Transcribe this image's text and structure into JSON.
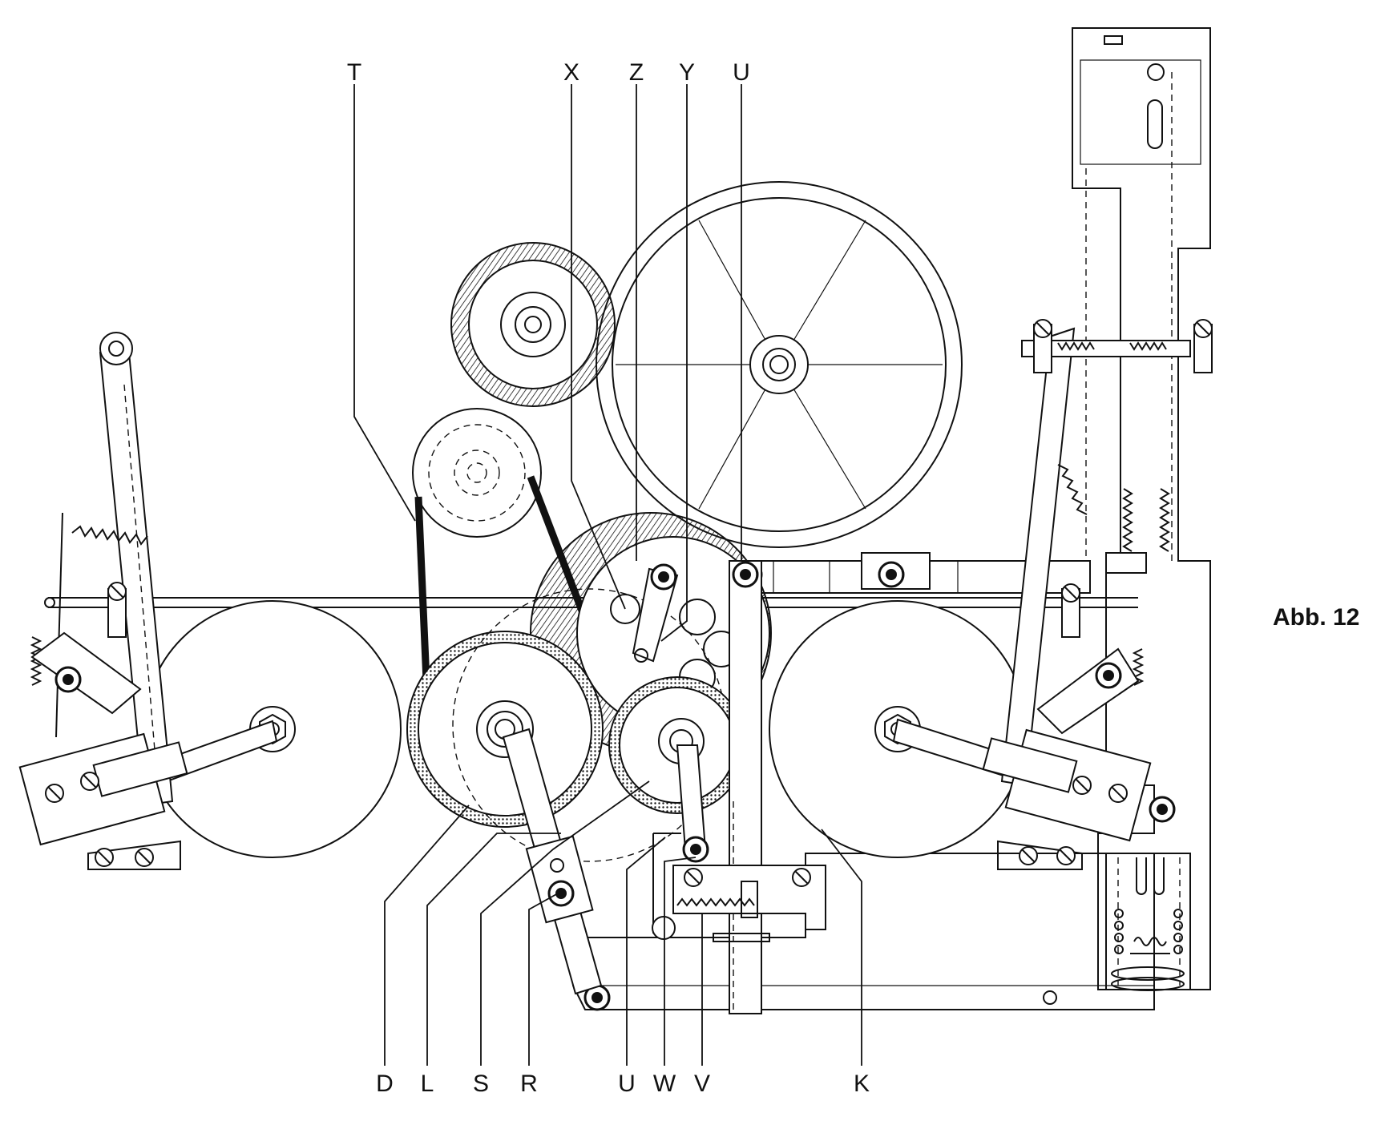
{
  "figure": {
    "caption": "Abb. 12"
  },
  "labels": {
    "top": [
      "T",
      "X",
      "Z",
      "Y",
      "U"
    ],
    "bottom": [
      "D",
      "L",
      "S",
      "R",
      "U",
      "W",
      "V",
      "K"
    ]
  }
}
